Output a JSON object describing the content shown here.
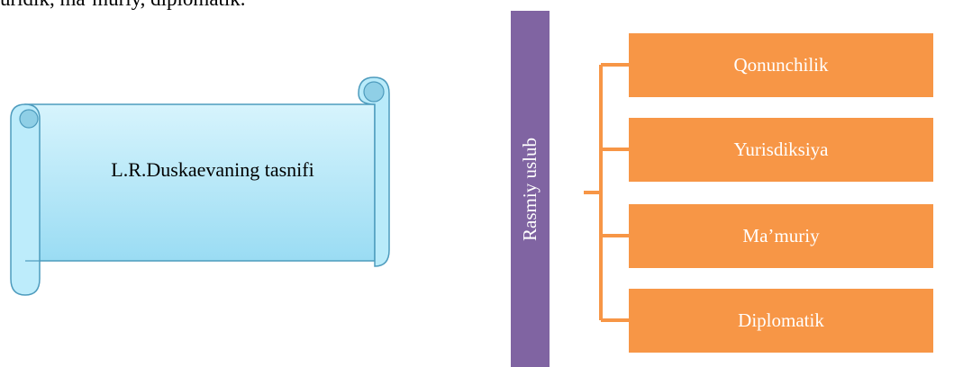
{
  "top_text": "uridik, ma’muriy, diplomatik.",
  "scroll": {
    "label": "L.R.Duskaevaning tasnifi"
  },
  "hierarchy": {
    "root_label": "Rasmiy uslub",
    "children": [
      "Qonunchilik",
      "Yurisdiksiya",
      "Ma’muriy",
      "Diplomatik"
    ]
  },
  "colors": {
    "root_fill": "#8064a2",
    "child_fill": "#f79646",
    "connector": "#f79646",
    "scroll_fill": "#a6e4f7",
    "scroll_edge": "#4d9bbd"
  }
}
